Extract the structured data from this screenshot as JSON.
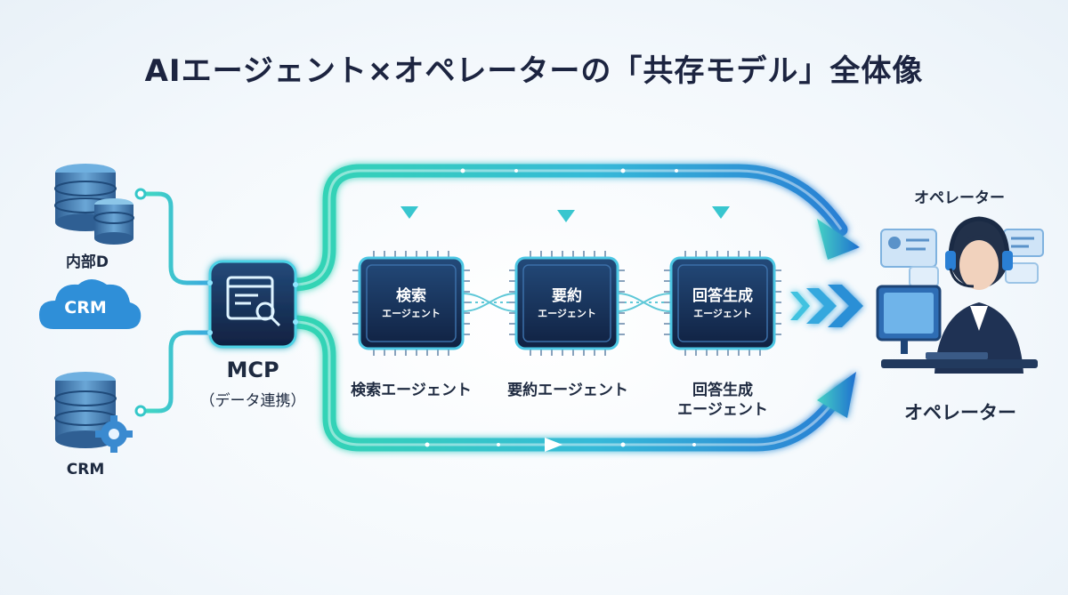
{
  "title": "AIエージェント×オペレーターの「共存モデル」全体像",
  "sources": [
    {
      "label": "内部D",
      "icon": "database-icon"
    },
    {
      "label": "CRM",
      "icon": "cloud-icon"
    },
    {
      "label": "CRM",
      "icon": "database-gear-icon"
    }
  ],
  "mcp": {
    "label": "MCP",
    "sublabel": "（データ連携）",
    "icon": "document-search-icon"
  },
  "agents": [
    {
      "chip_line1": "検索",
      "chip_line2": "エージェント",
      "label": "検索エージェント"
    },
    {
      "chip_line1": "要約",
      "chip_line2": "エージェント",
      "label": "要約エージェント"
    },
    {
      "chip_line1": "回答生成",
      "chip_line2": "エージェント",
      "label_line1": "回答生成",
      "label_line2": "エージェント"
    }
  ],
  "operator": {
    "label_top": "オペレーター",
    "label_bottom": "オペレーター",
    "icon": "operator-headset-icon"
  },
  "colors": {
    "flow_teal": "#2fd3b6",
    "flow_blue": "#2a7fd4",
    "chip_dark": "#15284a",
    "db_blue": "#3f78b0",
    "text_dark": "#1c2440"
  }
}
